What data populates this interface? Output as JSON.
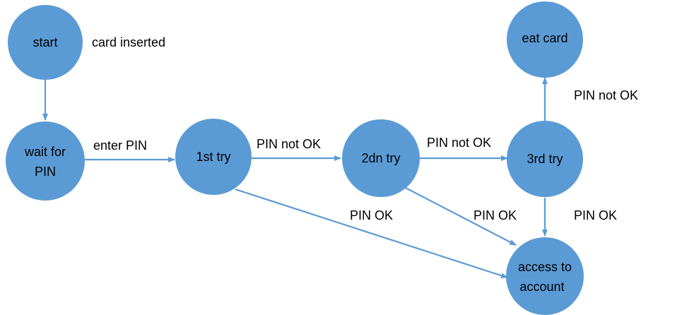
{
  "diagram": {
    "colors": {
      "node_fill": "#5b9bd5",
      "edge": "#5b9bd5",
      "text": "#000000",
      "background": "#ffffff"
    },
    "nodes": {
      "start": [
        "start"
      ],
      "wait_for_pin": [
        "wait for",
        "PIN"
      ],
      "first_try": [
        "1st try"
      ],
      "second_try": [
        "2dn try"
      ],
      "third_try": [
        "3rd try"
      ],
      "eat_card": [
        "eat card"
      ],
      "access_to_account": [
        "access to",
        "account"
      ]
    },
    "edges": {
      "start_to_wait": "card inserted",
      "wait_to_first": "enter PIN",
      "first_to_second": "PIN not OK",
      "second_to_third": "PIN not OK",
      "third_to_eat": "PIN not OK",
      "first_to_access": "PIN OK",
      "second_to_access": "PIN OK",
      "third_to_access": "PIN OK"
    }
  }
}
